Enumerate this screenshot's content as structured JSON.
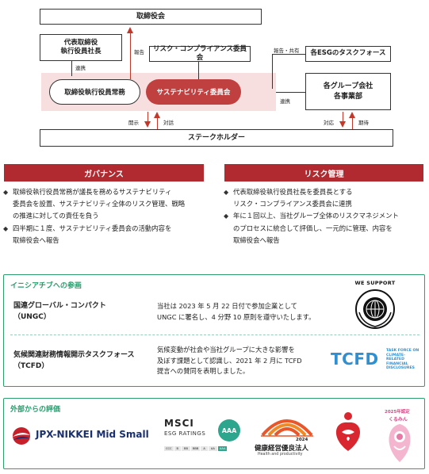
{
  "diagram": {
    "board": "取締役会",
    "president": [
      "代表取締役",
      "執行役員社長"
    ],
    "exec_meeting": "取締役執行役員常務",
    "sustainability_committee": "サステナビリティ委員会",
    "risk_committee": "リスク・コンプライアンス委員会",
    "esg_taskforce": "各ESGのタスクフォース",
    "group_companies": [
      "各グループ会社",
      "各事業部"
    ],
    "stakeholders": "ステークホルダー",
    "label_renkei_1": "連携",
    "label_hokoku": "報告",
    "label_hokoku_kyoyu": "報告・共有",
    "label_renkei_2": "連携",
    "label_kaiji": "開示",
    "label_taiwa": "対話",
    "label_taio": "対応",
    "label_kitai": "期待"
  },
  "governance": {
    "title": "ガバナンス",
    "items": [
      [
        "取締役執行役員常務が議長を務めるサステナビリティ",
        "委員会を設置、サステナビリティ全体のリスク管理、戦略",
        "の推進に対しての責任を負う"
      ],
      [
        "四半期に１度、サステナビリティ委員会の活動内容を",
        "取締役会へ報告"
      ]
    ]
  },
  "risk": {
    "title": "リスク管理",
    "items": [
      [
        "代表取締役執行役員社長を委員長とする",
        "リスク・コンプライアンス委員会に連携"
      ],
      [
        "年に１回以上、当社グループ全体のリスクマネジメント",
        "のプロセスに統合して評価し、一元的に管理、内容を",
        "取締役会へ報告"
      ]
    ]
  },
  "initiatives": {
    "title": "イニシアチブへの参画",
    "ungc_name": [
      "国連グローバル・コンパクト",
      "（UNGC）"
    ],
    "ungc_desc": [
      "当社は 2023 年 5 月 22 日付で参加企業として",
      "UNGC に署名し、4 分野 10 原則を遵守いたします。"
    ],
    "we_support": "WE SUPPORT",
    "tcfd_name": [
      "気候関連財務情報開示タスクフォース",
      "（TCFD）"
    ],
    "tcfd_desc": [
      "気候変動が社会や当社グループに大きな影響を",
      "及ぼす課題として認識し、2021 年 2 月に TCFD",
      "提言への賛同を表明しました。"
    ],
    "tcfd_logo": "TCFD",
    "tcfd_sub": [
      "TASK FORCE ON",
      "CLIMATE-RELATED",
      "FINANCIAL",
      "DISCLOSURES"
    ]
  },
  "external": {
    "title": "外部からの評価",
    "jpx": "JPX-NIKKEI Mid Small",
    "msci_top": "MSCI",
    "msci_sub": "ESG RATINGS",
    "msci_grade": "AAA",
    "msci_scale": [
      "CCC",
      "B",
      "BB",
      "BBB",
      "A",
      "AA",
      "AAA"
    ],
    "kenko_jp": "健康経営優良法人",
    "kenko_year": "2024",
    "kenko_en": "Health and productivity",
    "kurumin_year": "2025年認定",
    "kurumin_name": "くるみん"
  },
  "colors": {
    "red": "#b02a30",
    "pink_band": "#f7dfe0",
    "green": "#2e9e6f",
    "navy": "#1a2f6e",
    "tcfd_blue": "#2f8fd0",
    "msci_teal": "#2ea58d"
  }
}
